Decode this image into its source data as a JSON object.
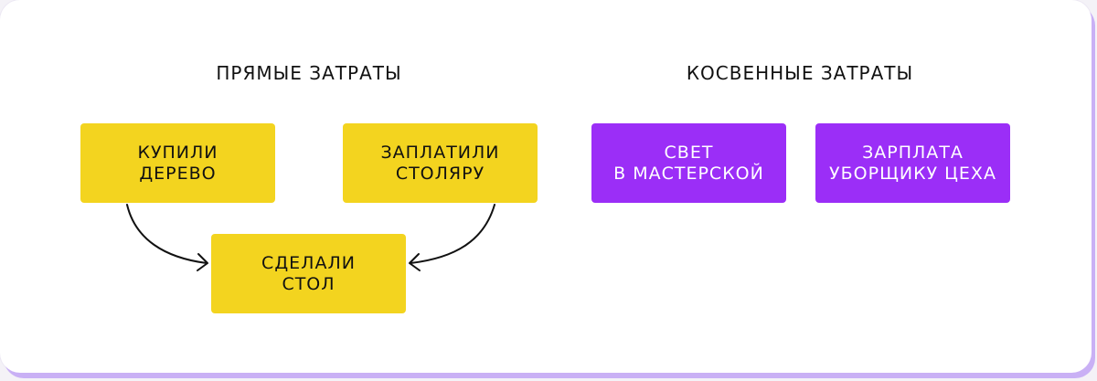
{
  "direct": {
    "title": "ПРЯМЫЕ ЗАТРАТЫ",
    "nodes": {
      "wood": "КУПИЛИ\nДЕРЕВО",
      "carpenter": "ЗАПЛАТИЛИ\nСТОЛЯРУ",
      "table": "СДЕЛАЛИ\nСТОЛ"
    }
  },
  "indirect": {
    "title": "КОСВЕННЫЕ ЗАТРАТЫ",
    "nodes": {
      "light": "СВЕТ\nВ МАСТЕРСКОЙ",
      "cleaner": "ЗАРПЛАТА\nУБОРЩИКУ ЦЕХА"
    }
  },
  "colors": {
    "direct_box": "#f3d41f",
    "indirect_box": "#9b2ef7",
    "accent_shadow": "#c9b0f5"
  }
}
